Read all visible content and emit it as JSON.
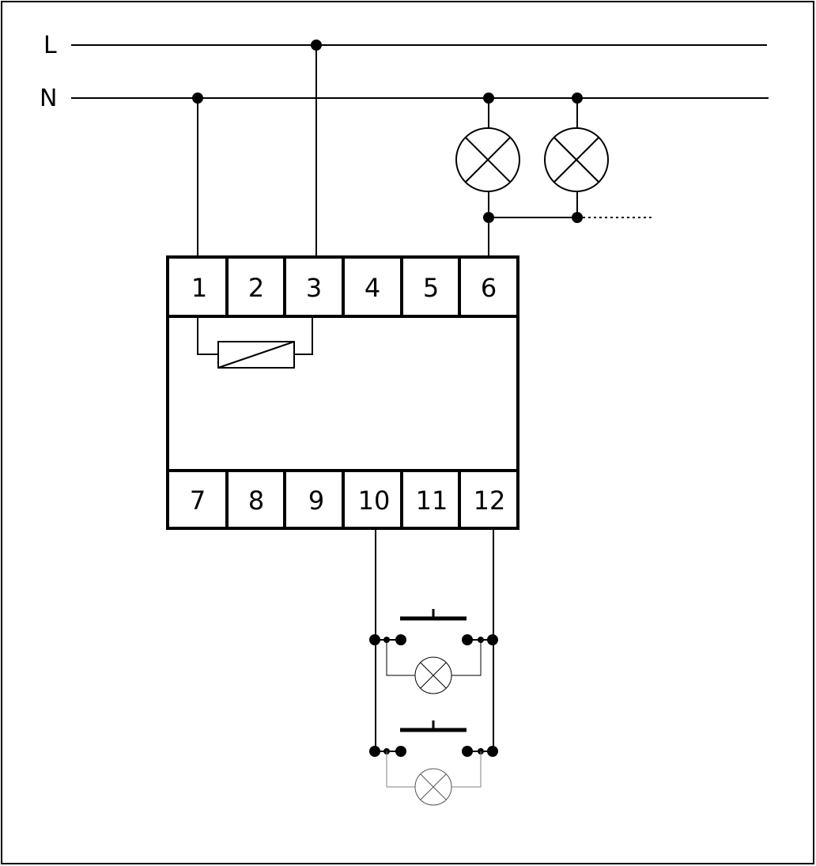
{
  "lines": {
    "phase_label": "L",
    "neutral_label": "N"
  },
  "terminals": {
    "top": [
      "1",
      "2",
      "3",
      "4",
      "5",
      "6"
    ],
    "bottom": [
      "7",
      "8",
      "9",
      "10",
      "11",
      "12"
    ]
  },
  "colors": {
    "stroke": "#000000",
    "lamp_wire_secondary": "#808080"
  }
}
